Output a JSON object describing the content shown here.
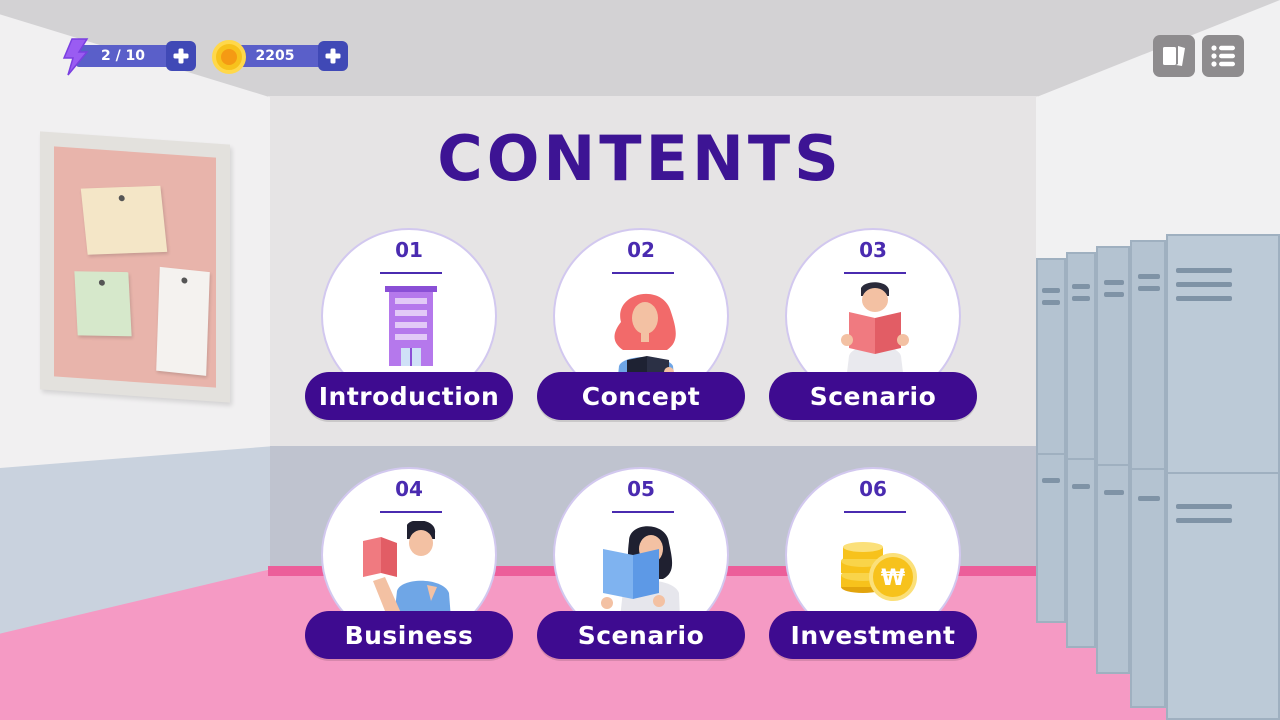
{
  "hud": {
    "energy": {
      "text": "2 / 10",
      "current": 2,
      "max": 10,
      "icon": "lightning-bolt-icon"
    },
    "coins": {
      "text": "2205",
      "icon": "gold-coin-icon"
    },
    "buttons": [
      {
        "name": "cards-button",
        "icon": "cards-icon"
      },
      {
        "name": "menu-button",
        "icon": "list-menu-icon"
      }
    ]
  },
  "title": "CONTENTS",
  "items": [
    {
      "number": "01",
      "label": "Introduction",
      "icon": "building-icon"
    },
    {
      "number": "02",
      "label": "Concept",
      "icon": "woman-reading-book-icon"
    },
    {
      "number": "03",
      "label": "Scenario",
      "icon": "man-reading-book-icon"
    },
    {
      "number": "04",
      "label": "Business",
      "icon": "man-holding-book-icon"
    },
    {
      "number": "05",
      "label": "Scenario",
      "icon": "woman-reading-blue-book-icon"
    },
    {
      "number": "06",
      "label": "Investment",
      "icon": "won-coins-icon"
    }
  ],
  "colors": {
    "title": "#3d1494",
    "label_bg": "#3e0b90",
    "hud_bar": "#5a5fc9",
    "floor": "#f59ac4"
  }
}
